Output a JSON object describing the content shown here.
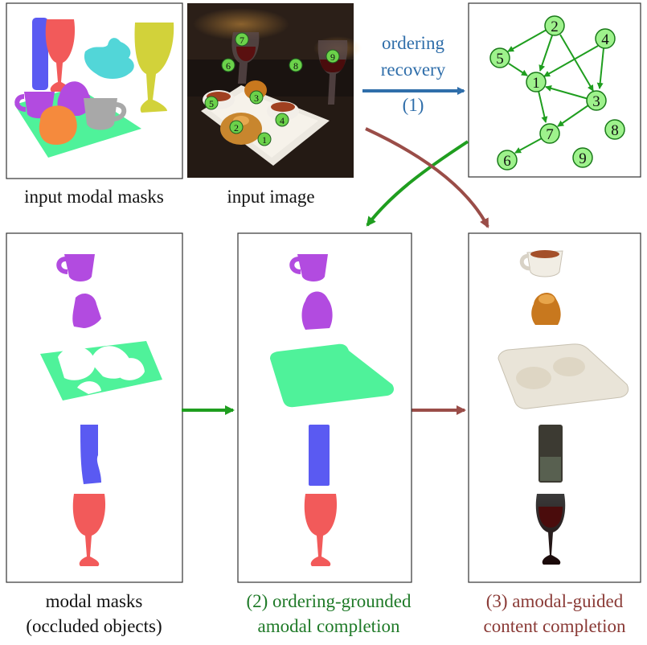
{
  "captions": {
    "input_masks": "input modal masks",
    "input_image": "input image",
    "step1_line1": "ordering",
    "step1_line2": "recovery",
    "step1_num": "(1)",
    "modal_line1": "modal masks",
    "modal_line2": "(occluded objects)",
    "step2_line1": "(2) ordering-grounded",
    "step2_line2": "amodal completion",
    "step3_line1": "(3) amodal-guided",
    "step3_line2": "content completion"
  },
  "image_labels": [
    "7",
    "6",
    "8",
    "9",
    "5",
    "3",
    "4",
    "2",
    "1"
  ],
  "graph": {
    "nodes": [
      "1",
      "2",
      "3",
      "4",
      "5",
      "6",
      "7",
      "8",
      "9"
    ],
    "edges": [
      [
        "2",
        "5"
      ],
      [
        "2",
        "1"
      ],
      [
        "2",
        "3"
      ],
      [
        "4",
        "1"
      ],
      [
        "4",
        "3"
      ],
      [
        "5",
        "1"
      ],
      [
        "3",
        "1"
      ],
      [
        "3",
        "7"
      ],
      [
        "1",
        "7"
      ],
      [
        "7",
        "6"
      ]
    ]
  },
  "colors": {
    "mask_blue": "#5a5af2",
    "mask_red": "#f25a5a",
    "mask_cyan": "#52d6d8",
    "mask_yellow": "#d2d23a",
    "mask_purple": "#b24be0",
    "mask_orange": "#f58a3d",
    "mask_gray": "#a8a8a8",
    "mask_green": "#4ff29a",
    "node_fill": "#9ef28c",
    "node_edge": "#1a7a1a",
    "graph_green": "#1f9e1f",
    "arrow_blue": "#2f6eaa",
    "arrow_brown": "#9a4d48",
    "text_black": "#111111",
    "text_blue": "#2f6eaa",
    "text_green": "#1f7a28",
    "text_brown": "#8a3a36"
  }
}
